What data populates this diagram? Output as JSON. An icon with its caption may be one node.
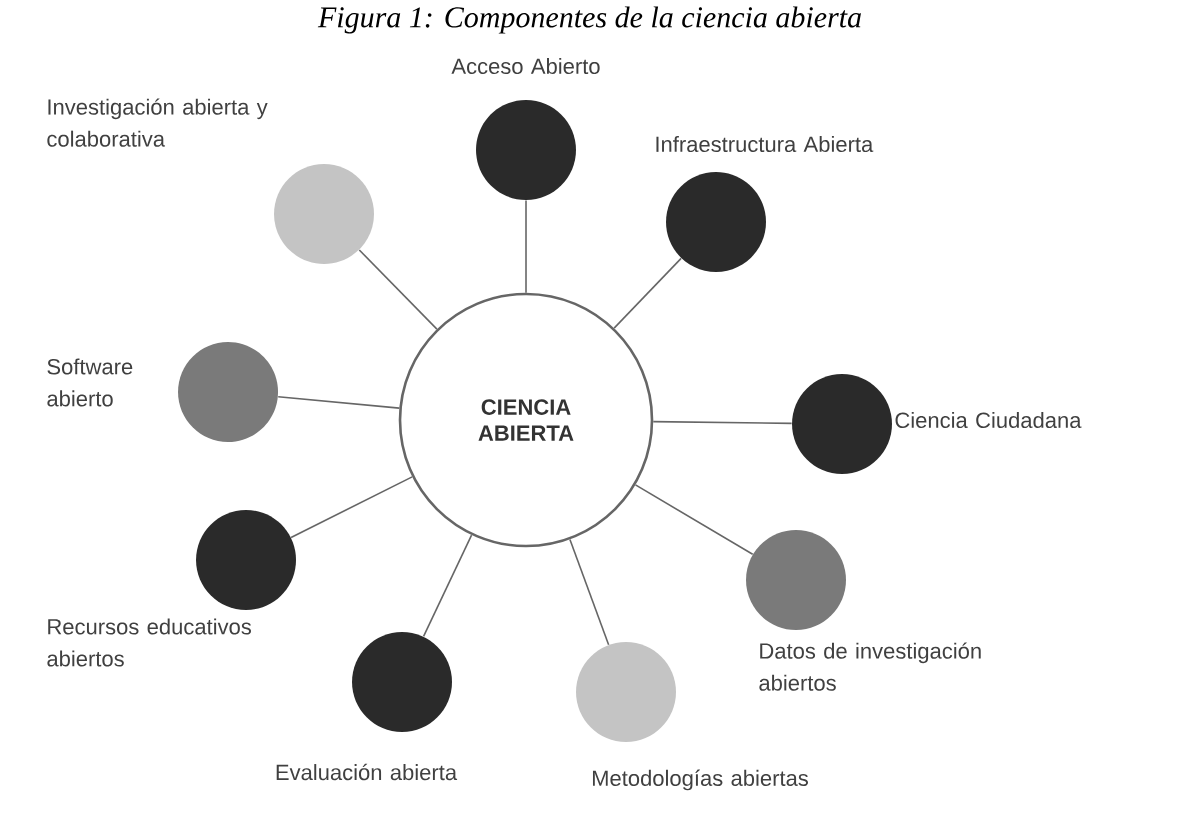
{
  "diagram": {
    "title": "Figura 1: Componentes de la ciencia abierta",
    "nodes": [
      {
        "text": [
          "CIENCIA ABIERTA"
        ]
      },
      {
        "text": [],
        "shape": "circle",
        "beside": [
          "Acceso Abierto"
        ]
      },
      {
        "text": [],
        "shape": "circle",
        "beside": [
          "Infraestructura Abierta"
        ]
      },
      {
        "text": [],
        "shape": "circle",
        "beside": [
          "Ciencia Ciudadana"
        ]
      },
      {
        "text": [],
        "shape": "circle",
        "beside": [
          "Datos de investigación abiertos"
        ]
      },
      {
        "text": [],
        "shape": "circle",
        "beside": [
          "Metodologías abiertas"
        ]
      },
      {
        "text": [],
        "shape": "circle",
        "beside": [
          "Evaluación abierta"
        ]
      },
      {
        "text": [],
        "shape": "circle",
        "beside": [
          "Recursos educativos abiertos"
        ]
      },
      {
        "text": [],
        "shape": "circle",
        "beside": [
          "Software abierto"
        ]
      },
      {
        "text": [],
        "shape": "circle",
        "beside": [
          "Investigación abierta y colaborativa"
        ]
      }
    ],
    "edges": [
      {
        "from": 0,
        "to": 1,
        "arrow": "none"
      },
      {
        "from": 0,
        "to": 2,
        "arrow": "none"
      },
      {
        "from": 0,
        "to": 3,
        "arrow": "none"
      },
      {
        "from": 0,
        "to": 4,
        "arrow": "none"
      },
      {
        "from": 0,
        "to": 5,
        "arrow": "none"
      },
      {
        "from": 0,
        "to": 6,
        "arrow": "none"
      },
      {
        "from": 0,
        "to": 7,
        "arrow": "none"
      },
      {
        "from": 0,
        "to": 8,
        "arrow": "none"
      },
      {
        "from": 0,
        "to": 9,
        "arrow": "none"
      }
    ]
  }
}
